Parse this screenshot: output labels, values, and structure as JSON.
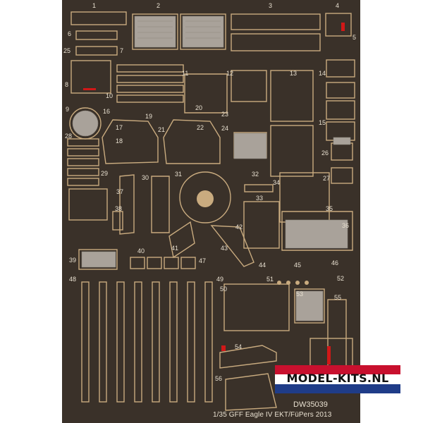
{
  "sheet": {
    "product_code": "DW35039",
    "caption": "1/35 GFF Eagle IV EKT/FüPers 2013",
    "part_numbers": [
      "1",
      "2",
      "3",
      "4",
      "5",
      "6",
      "7",
      "8",
      "9",
      "10",
      "11",
      "12",
      "13",
      "14",
      "15",
      "16",
      "17",
      "18",
      "19",
      "20",
      "21",
      "22",
      "23",
      "24",
      "25",
      "26",
      "27",
      "28",
      "29",
      "30",
      "31",
      "32",
      "33",
      "34",
      "35",
      "36",
      "37",
      "38",
      "39",
      "40",
      "41",
      "42",
      "43",
      "44",
      "45",
      "46",
      "47",
      "48",
      "49",
      "50",
      "51",
      "52",
      "53",
      "54",
      "55",
      "56"
    ]
  },
  "watermark": {
    "text": "MODEL-KITS.NL"
  },
  "colors": {
    "background": "#3a3129",
    "brass": "#c9ab7f",
    "etched": "#a9a29a",
    "label": "#e8e0d0",
    "accent_red": "#d01818"
  }
}
